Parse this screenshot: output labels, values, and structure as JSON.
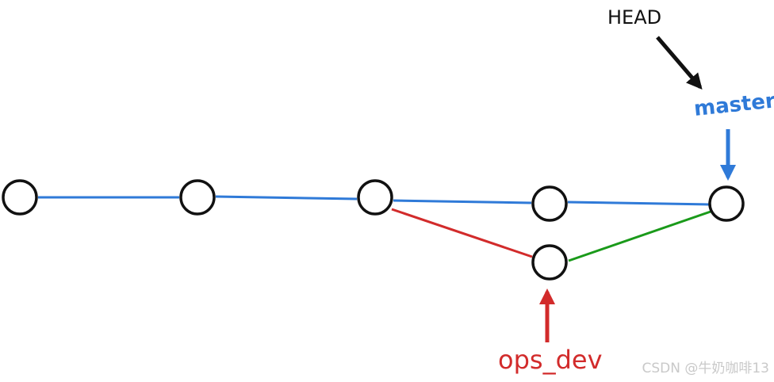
{
  "labels": {
    "head": "HEAD",
    "master": "master",
    "ops_dev": "ops_dev"
  },
  "watermark": "CSDN @牛奶咖啡13",
  "colors": {
    "master_line": "#2f7ad8",
    "branch_line": "#d22b2b",
    "merge_line": "#1a9a1a",
    "head_arrow": "#111111",
    "node_stroke": "#111111",
    "node_fill": "#ffffff"
  }
}
